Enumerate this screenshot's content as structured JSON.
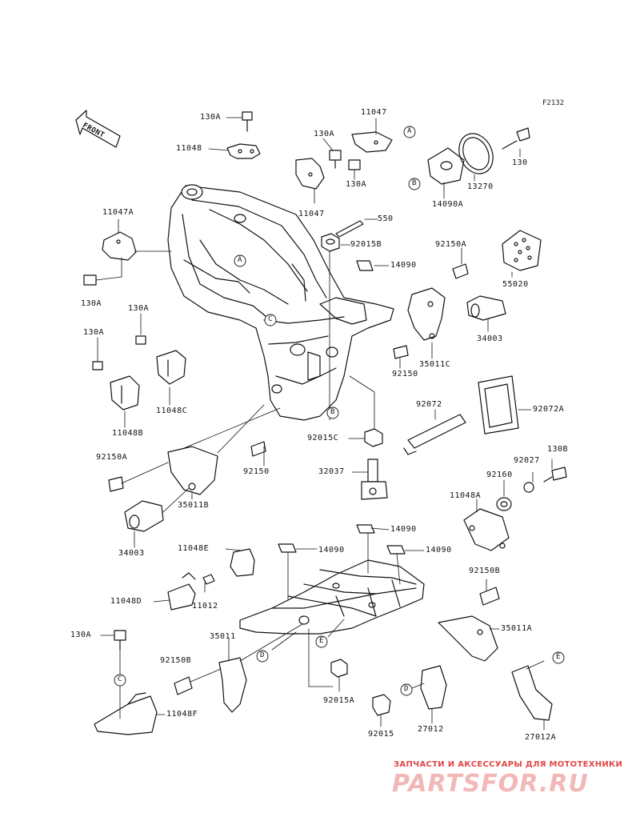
{
  "diagram_code": "F2132",
  "front_label": "FRONT",
  "parts": {
    "p130A_top": "130A",
    "p11048_top": "11048",
    "p11047_top": "11047",
    "p130A_mid": "130A",
    "p130A_mid2": "130A",
    "p11047_mid": "11047",
    "p550": "550",
    "p14090A": "14090A",
    "p13270": "13270",
    "p130_right": "130",
    "p11047A": "11047A",
    "p130A_left": "130A",
    "p92015B": "92015B",
    "p14090_a": "14090",
    "p92150A_right": "92150A",
    "p55020": "55020",
    "p130A_l2": "130A",
    "p130A_l3": "130A",
    "p34003_right": "34003",
    "p92150_mid": "92150",
    "p35011C": "35011C",
    "p11048C": "11048C",
    "p11048B": "11048B",
    "p92072": "92072",
    "p92072A": "92072A",
    "p92015C": "92015C",
    "p92150A_left": "92150A",
    "p92150_left": "92150",
    "p32037": "32037",
    "p92027": "92027",
    "p130B": "130B",
    "p92160": "92160",
    "p35011B": "35011B",
    "p11048A": "11048A",
    "p34003_left": "34003",
    "p14090_b": "14090",
    "p14090_c": "14090",
    "p14090_d": "14090",
    "p11048E": "11048E",
    "p11012": "11012",
    "p11048D": "11048D",
    "p92150B_right": "92150B",
    "p35011A": "35011A",
    "p130A_bottom": "130A",
    "p35011": "35011",
    "p92150B_left": "92150B",
    "p92015A": "92015A",
    "p11048F": "11048F",
    "p92015": "92015",
    "p27012": "27012",
    "p27012A": "27012A"
  },
  "callouts": {
    "A1": "A",
    "A2": "A",
    "B1": "B",
    "B2": "B",
    "C1": "C",
    "C2": "C",
    "D1": "D",
    "D2": "D",
    "E1": "E",
    "E2": "E"
  },
  "watermark": {
    "subtitle": "ЗАПЧАСТИ И АКСЕССУАРЫ ДЛЯ МОТОТЕХНИКИ",
    "brand": "PARTSFOR.RU"
  }
}
